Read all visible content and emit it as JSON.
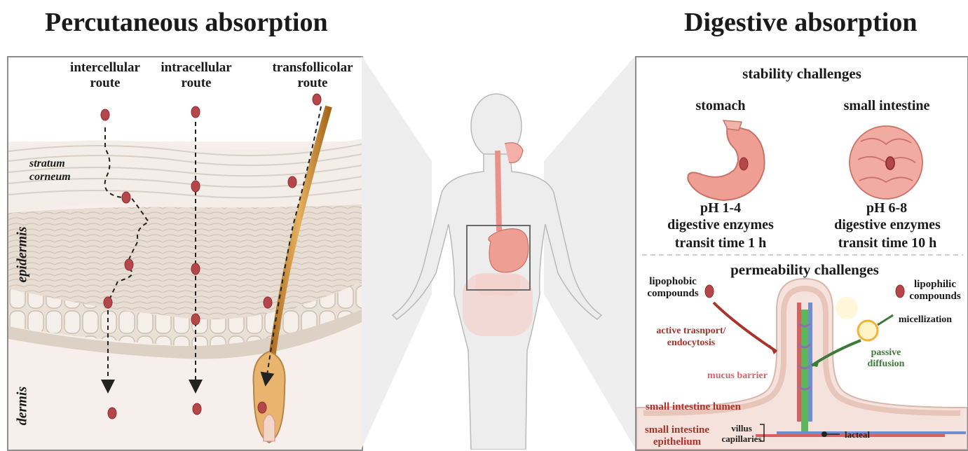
{
  "left_panel": {
    "title": "Percutaneous absorption",
    "routes": {
      "intercellular": "intercellular\nroute",
      "intracellular": "intracellular\nroute",
      "transfollicular": "transfollicolar\nroute"
    },
    "layers": {
      "stratum_corneum": "stratum\ncorneum",
      "epidermis": "epidermis",
      "dermis": "dermis"
    }
  },
  "right_panel": {
    "title": "Digestive absorption",
    "stability": {
      "heading": "stability challenges",
      "stomach": {
        "label": "stomach",
        "ph": "pH 1-4",
        "enzymes": "digestive enzymes",
        "transit": "transit time 1 h"
      },
      "small_intestine": {
        "label": "small intestine",
        "ph": "pH 6-8",
        "enzymes": "digestive enzymes",
        "transit": "transit time 10 h"
      }
    },
    "permeability": {
      "heading": "permeability challenges",
      "lipophobic": "lipophobic\ncompounds",
      "lipophilic": "lipophilic\ncompounds",
      "micellization": "micellization",
      "active_transport": "active trasnport/\nendocytosis",
      "passive_diffusion": "passive\ndiffusion",
      "mucus_barrier": "mucus barrier",
      "lumen": "small intestine lumen",
      "epithelium": "small intestine\nepithelium",
      "villus_capillaries": "villus\ncapillaries",
      "lacteal": "lacteal"
    }
  },
  "colors": {
    "particle": "#b5474a",
    "mucosa_red": "#a8342c",
    "passive_green": "#3e7a39",
    "stomach": "#ee9e92",
    "skin_surface": "#f1ebe3"
  }
}
